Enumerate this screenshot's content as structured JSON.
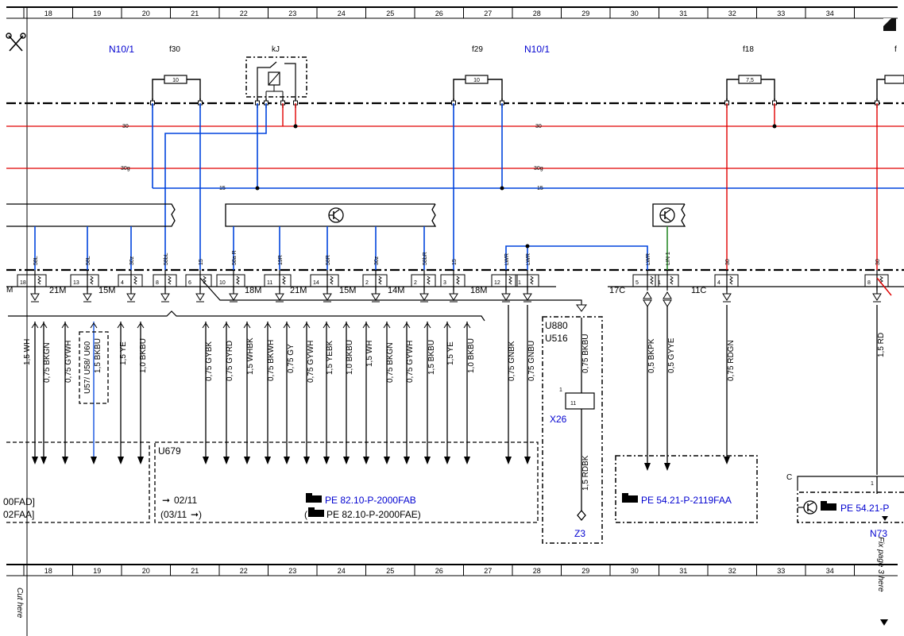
{
  "grid": [
    "18",
    "19",
    "20",
    "21",
    "22",
    "23",
    "24",
    "25",
    "26",
    "27",
    "28",
    "29",
    "30",
    "31",
    "32",
    "33",
    "34"
  ],
  "modules": {
    "n10_left": "N10/1",
    "n10_right": "N10/1",
    "f30": "f30",
    "kj": "kJ",
    "f29": "f29",
    "f18": "f18",
    "f_partial": "f"
  },
  "fuse_ratings": {
    "f30": "10",
    "f29": "10",
    "f18": "7,5"
  },
  "rails": {
    "r30_left": "30",
    "r30_right": "30",
    "r30g_left": "30g",
    "r30g_right": "30g",
    "r15_left": "15",
    "r15_right": "15"
  },
  "pin_labels": {
    "p58L_a": "58L",
    "p58L_b": "58L",
    "p30z_a": "30z",
    "p58bL": "58bL",
    "p15_a": "15",
    "p58aR": "58a R",
    "p19R": "19R",
    "p58R": "58R",
    "p30z_b": "30z",
    "p58bR": "58bR",
    "p15_b": "15",
    "pLWR_a": "LWR",
    "pLWR_b": "LWR",
    "pLWR_c": "LWR",
    "pLIN1": "LIN 1",
    "p30_a": "30",
    "p30_b": "30"
  },
  "connectors": {
    "c18": "18",
    "c21M_left": "21M",
    "c13": "13",
    "c15M_left": "15M",
    "c4_left": "4",
    "c8_left": "8",
    "c6": "6",
    "c10": "10",
    "c18M_a": "18M",
    "c11": "11",
    "c21M_mid": "21M",
    "c14": "14",
    "c15M_mid": "15M",
    "c2": "2",
    "c14M": "14M",
    "c3": "3",
    "c18M_b": "18M",
    "c12": "12",
    "c1_a": "1",
    "c17C": "17C",
    "c5": "5",
    "c1_b": "1",
    "c11C": "11C",
    "c4_right": "4",
    "c8_right": "8",
    "cM_edge": "M"
  },
  "wires": {
    "w01": "1,5 WH",
    "w02": "0,75 BKGN",
    "w03": "0,75 GYWH",
    "w04": "1,5 BKBU",
    "w05": "1,5 YE",
    "w06": "1,0 BKBU",
    "w07": "0,75 GYBK",
    "w08": "0,75 GYRD",
    "w09": "1,5 WHBK",
    "w10": "0,75 BKWH",
    "w11": "0,75 GY",
    "w12": "0,75 GYWH",
    "w13": "1,5 YEBK",
    "w14": "1,0 BKBU",
    "w15": "1,5 WH",
    "w16": "0,75 BKGN",
    "w17": "0,75 GYWH",
    "w18": "1,5 BKBU",
    "w19": "1,5 YE",
    "w20": "1,0 BKBU",
    "w21": "0,75 GNBK",
    "w22": "0,75 GNBU",
    "w23": "0,75 BKBU",
    "w24": "0,5 BKPK",
    "w25": "0,5 GYYE",
    "w26": "0,75 RDGN",
    "w27": "1,5 RD",
    "w28": "1,5 RDBK"
  },
  "variant_box": "U57/ U58/ U60",
  "u880": {
    "line1": "U880",
    "line2": "U516"
  },
  "x26": {
    "name": "X26",
    "pin_outer": "1",
    "pin_inner": "11"
  },
  "z3": "Z3",
  "u679": {
    "name": "U679",
    "date_to": "02/11",
    "date_from": "(03/11",
    "ref1": "PE 82.10-P-2000FAB",
    "ref2_prefix": "(",
    "ref2": "PE 82.10-P-2000FAE)"
  },
  "left_box": {
    "line1": "00FAD]",
    "line2": "02FAA]"
  },
  "ref_middle": "PE 54.21-P-2119FAA",
  "ref_right": {
    "conn": "C",
    "pin": "1",
    "ref": "PE 54.21-P",
    "name": "N73"
  },
  "cut_left": "Cut here",
  "cut_right": "Fix page 3 here",
  "colors": {
    "red": "#e00000",
    "blue": "#0044dd",
    "green": "#2a8a2a",
    "black": "#000000",
    "ref_blue": "#0000d0"
  }
}
